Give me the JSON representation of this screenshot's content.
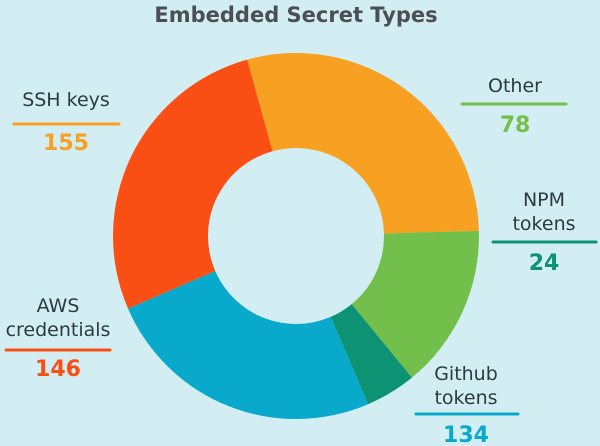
{
  "chart_data": {
    "type": "pie",
    "title": "Embedded Secret Types",
    "donut": true,
    "legend": "none",
    "slices": [
      {
        "label": "SSH keys",
        "label_lines": [
          "SSH keys"
        ],
        "value": 155,
        "color": "#f7a021"
      },
      {
        "label": "Other",
        "label_lines": [
          "Other"
        ],
        "value": 78,
        "color": "#72bf4b"
      },
      {
        "label": "NPM tokens",
        "label_lines": [
          "NPM",
          "tokens"
        ],
        "value": 24,
        "color": "#0d9273"
      },
      {
        "label": "Github tokens",
        "label_lines": [
          "Github",
          "tokens"
        ],
        "value": 134,
        "color": "#09a9cb"
      },
      {
        "label": "AWS credentials",
        "label_lines": [
          "AWS",
          "credentials"
        ],
        "value": 146,
        "color": "#fa4f14"
      }
    ]
  },
  "colors": {
    "background": "#d3eef3",
    "title": "#4a4f55",
    "label_text": "#2b3a42"
  }
}
